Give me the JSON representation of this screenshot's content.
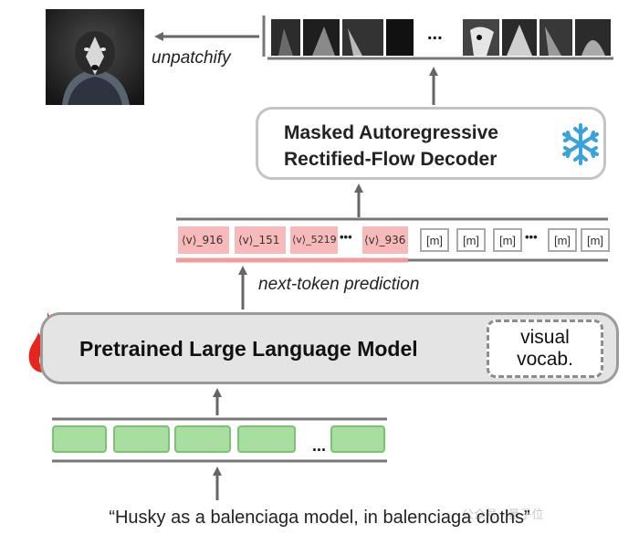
{
  "output": {
    "label": "unpatchify",
    "ellipsis": "..."
  },
  "decoder": {
    "line1": "Masked Autoregressive",
    "line2": "Rectified-Flow Decoder",
    "icon": "snowflake-icon"
  },
  "tokens": {
    "predicted": [
      "⟨v⟩_916",
      "⟨v⟩_151",
      "⟨v⟩_5219",
      "⟨v⟩_936"
    ],
    "ellipsis": "•••",
    "masked": [
      "[m]",
      "[m]",
      "[m]",
      "[m]",
      "[m]"
    ],
    "colors": {
      "predicted_bg": "#f7b9b9",
      "predicted_bar": "#f39a9a"
    }
  },
  "prediction_label": "next-token prediction",
  "llm": {
    "label": "Pretrained Large Language Model",
    "vocab_line1": "visual",
    "vocab_line2": "vocab.",
    "icon": "flame-icon"
  },
  "input": {
    "ellipsis": "...",
    "color": "#a8dea0"
  },
  "prompt": "“Husky as a balenciaga model, in balenciaga cloths”",
  "watermark": "公众号 · 量子位"
}
